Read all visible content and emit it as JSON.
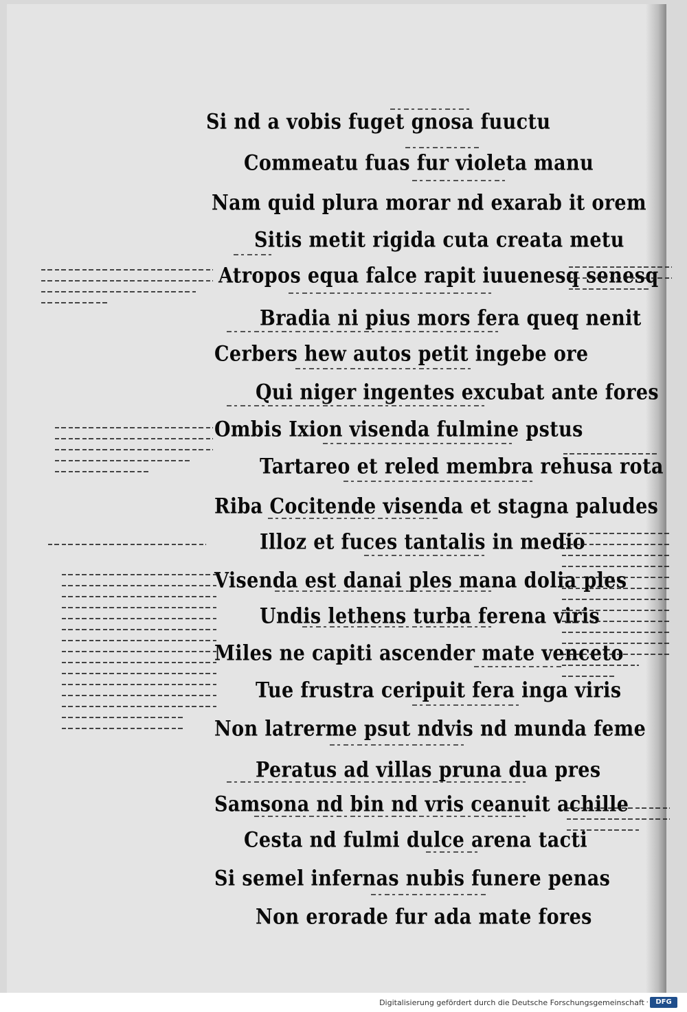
{
  "document": {
    "verses": [
      "Si nd a vobis fuget gnosa fuuctu",
      "Commeatu fuas fur violeta manu",
      "Nam quid plura morar nd exarab it orem",
      "Sitis metit rigida cuta creata metu",
      "Atropos equa falce rapit iuuenesq senesq",
      "Bradia ni pius mors fera queq nenit",
      "Cerbers hew autos petit ingebe ore",
      "Qui niger ingentes excubat ante fores",
      "Ombis Ixion visenda fulmine pstus",
      "Tartareo et reled membra rehusa rota",
      "Riba Cocitende visenda et stagna paludes",
      "Illoz et fuces tantalis in medio",
      "Visenda est danai ples mana dolia ples",
      "Undis lethens turba ferena viris",
      "Miles ne capiti ascender mate venceto",
      "Tue frustra ceripuit fera inga viris",
      "Non latrerme psut ndvis nd munda feme",
      "Peratus ad villas pruna dua pres",
      "Samsona nd bin nd vris ceanuit achille",
      "Cesta nd fulmi dulce arena tacti",
      "Si semel infernas nubis funere penas",
      "Non erorade fur ada mate fores"
    ]
  },
  "footer": {
    "text": "Digitalisierung gefördert durch die Deutsche Forschungsgemeinschaft",
    "separator": "·",
    "logo": "DFG"
  }
}
